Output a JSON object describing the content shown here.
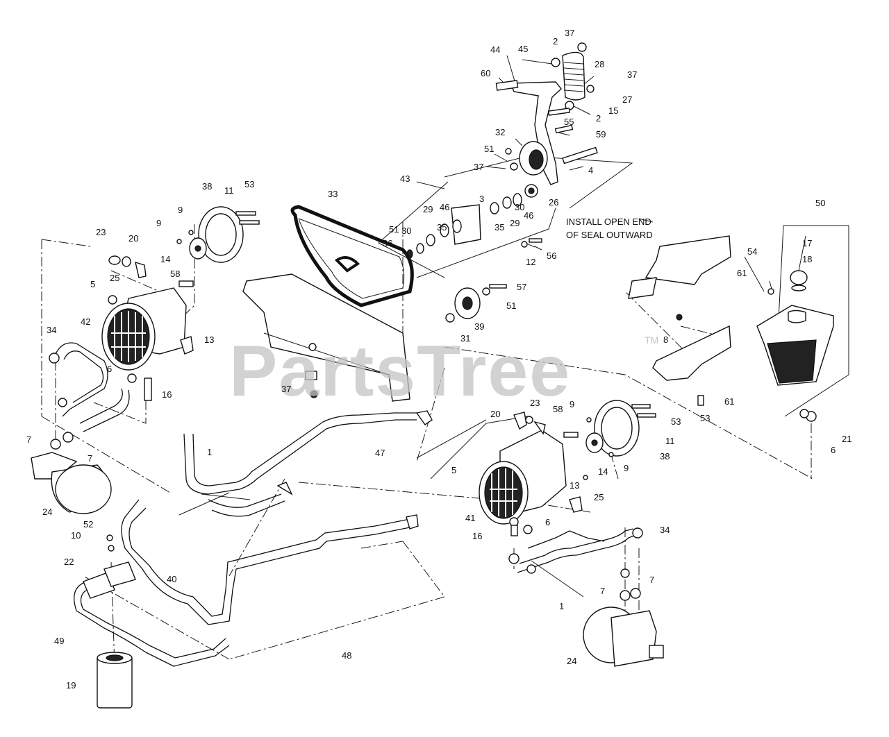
{
  "watermark": {
    "text": "PartsTree",
    "tm": "TM"
  },
  "note": {
    "line1": "INSTALL OPEN END",
    "line2": "OF SEAL OUTWARD"
  },
  "callouts": [
    {
      "t": "37"
    },
    {
      "t": "2"
    },
    {
      "t": "45"
    },
    {
      "t": "28"
    },
    {
      "t": "44"
    },
    {
      "t": "37"
    },
    {
      "t": "60"
    },
    {
      "t": "27"
    },
    {
      "t": "2"
    },
    {
      "t": "15"
    },
    {
      "t": "55"
    },
    {
      "t": "32"
    },
    {
      "t": "59"
    },
    {
      "t": "51"
    },
    {
      "t": "37"
    },
    {
      "t": "4"
    },
    {
      "t": "43"
    },
    {
      "t": "3"
    },
    {
      "t": "33"
    },
    {
      "t": "26"
    },
    {
      "t": "29"
    },
    {
      "t": "46"
    },
    {
      "t": "30"
    },
    {
      "t": "35"
    },
    {
      "t": "29"
    },
    {
      "t": "46"
    },
    {
      "t": "51"
    },
    {
      "t": "30"
    },
    {
      "t": "35"
    },
    {
      "t": "36"
    },
    {
      "t": "12"
    },
    {
      "t": "56"
    },
    {
      "t": "50"
    },
    {
      "t": "17"
    },
    {
      "t": "18"
    },
    {
      "t": "54"
    },
    {
      "t": "61"
    },
    {
      "t": "57"
    },
    {
      "t": "51"
    },
    {
      "t": "39"
    },
    {
      "t": "31"
    },
    {
      "t": "8"
    },
    {
      "t": "38"
    },
    {
      "t": "11"
    },
    {
      "t": "53"
    },
    {
      "t": "9"
    },
    {
      "t": "9"
    },
    {
      "t": "23"
    },
    {
      "t": "20"
    },
    {
      "t": "14"
    },
    {
      "t": "58"
    },
    {
      "t": "5"
    },
    {
      "t": "25"
    },
    {
      "t": "42"
    },
    {
      "t": "34"
    },
    {
      "t": "13"
    },
    {
      "t": "6"
    },
    {
      "t": "16"
    },
    {
      "t": "37"
    },
    {
      "t": "7"
    },
    {
      "t": "7"
    },
    {
      "t": "1"
    },
    {
      "t": "47"
    },
    {
      "t": "24"
    },
    {
      "t": "52"
    },
    {
      "t": "10"
    },
    {
      "t": "22"
    },
    {
      "t": "40"
    },
    {
      "t": "49"
    },
    {
      "t": "48"
    },
    {
      "t": "19"
    },
    {
      "t": "61"
    },
    {
      "t": "53"
    },
    {
      "t": "21"
    },
    {
      "t": "6"
    },
    {
      "t": "9"
    },
    {
      "t": "23"
    },
    {
      "t": "20"
    },
    {
      "t": "58"
    },
    {
      "t": "53"
    },
    {
      "t": "11"
    },
    {
      "t": "38"
    },
    {
      "t": "5"
    },
    {
      "t": "14"
    },
    {
      "t": "9"
    },
    {
      "t": "13"
    },
    {
      "t": "25"
    },
    {
      "t": "41"
    },
    {
      "t": "6"
    },
    {
      "t": "16"
    },
    {
      "t": "34"
    },
    {
      "t": "7"
    },
    {
      "t": "7"
    },
    {
      "t": "1"
    },
    {
      "t": "24"
    }
  ]
}
